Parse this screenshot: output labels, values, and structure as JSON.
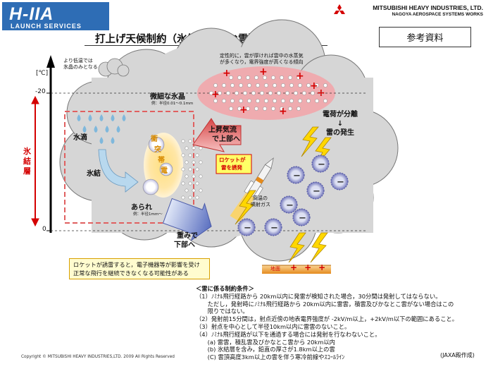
{
  "header": {
    "logo_main": "H-IIA",
    "logo_sub": "LAUNCH SERVICES",
    "mhi_name": "MITSUBISHI HEAVY INDUSTRIES, LTD.",
    "mhi_sub": "NAGOYA AEROSPACE SYSTEMS WORKS",
    "title": "打上げ天候制約（氷結層を含む雲）について",
    "reference_label": "参考資料"
  },
  "axis": {
    "unit": "[℃]",
    "tick_top": "-20",
    "tick_bottom": "0",
    "top_note_1": "より低温では",
    "top_note_2": "氷晶のみとなる",
    "frozen_layer_label": [
      "氷",
      "結",
      "層"
    ]
  },
  "diagram": {
    "ice_crystal_label": "微細な氷晶",
    "ice_crystal_size": "例：半径0.01～0.1mm",
    "ice_region_note_1": "定性的に，雲が厚ければ雲中の水蒸気",
    "ice_region_note_2": "が多くなり，電界強度が高くなる傾向",
    "water_drop_label": "水滴",
    "freeze_label": "氷結",
    "collision_label": [
      "衝",
      "突",
      "帯",
      "電"
    ],
    "hail_label": "あられ",
    "hail_size": "例：半径1mm～",
    "updraft_label_1": "上昇気流",
    "updraft_label_2": "で上部へ",
    "sink_label_1": "重みで",
    "sink_label_2": "下部へ",
    "rocket_trigger_label_1": "ロケットが",
    "rocket_trigger_label_2": "雷を誘発",
    "exhaust_label_1": "高温の",
    "exhaust_label_2": "噴射ガス",
    "charge_sep_label_1": "電荷が分離",
    "charge_sep_label_2": "↓",
    "charge_sep_label_3": "雷の発生",
    "ground_label": "地面",
    "plus": "+",
    "minus": "−"
  },
  "warning": {
    "line1": "ロケットが誘雷すると，電子機器等が影響を受け",
    "line2": "正常な飛行を継続できなくなる可能性がある"
  },
  "conditions": {
    "heading": "＜雷に係る制約条件＞",
    "lines": [
      "（1）ﾉﾐﾅﾙ飛行経路から 20km以内に発雷が検知された場合，30分間は発射してはならない。",
      "　　ただし，発射時にﾉﾐﾅﾙ飛行経路から 20km以内に雷雲，積雲及びかなとこ雲がない場合はこの",
      "　　限りではない。",
      "（2）発射前15分間は，射点近傍の地表電界強度が -2kV/m以上，+2kV/m以下の範囲にあること。",
      "（3）射点を中心として半径10km以内に雷雲のないこと。",
      "（4）ﾉﾐﾅﾙ飛行経路が以下を通過する場合には発射を行なわないこと。",
      "　　(a) 雷雲，積乱雲及びかなとこ雲から 20km以内",
      "　　(b) 氷結層を含み，鉛直の厚さが1.8km以上の雲",
      "　　(C) 雲頂高度3km以上の雲を伴う寒冷前線やｽｺｰﾙﾗｲﾝ"
    ]
  },
  "footer": {
    "copyright": "Copyright © MITSUBISHI HEAVY INDUSTRIES,LTD. 2009  All Rights Reserved",
    "jaxa": "(JAXA殿作成)"
  },
  "colors": {
    "logo_blue": "#2e6db5",
    "frozen_red": "#d40000",
    "cloud_gray": "#d6d6d6",
    "ice_region_pink": "#f3a3a8",
    "arrow_blue": "#6a7ec8",
    "updraft_red": "#e87878",
    "ground_orange": "#f2a23a",
    "lightning_yellow": "#ffd700"
  }
}
